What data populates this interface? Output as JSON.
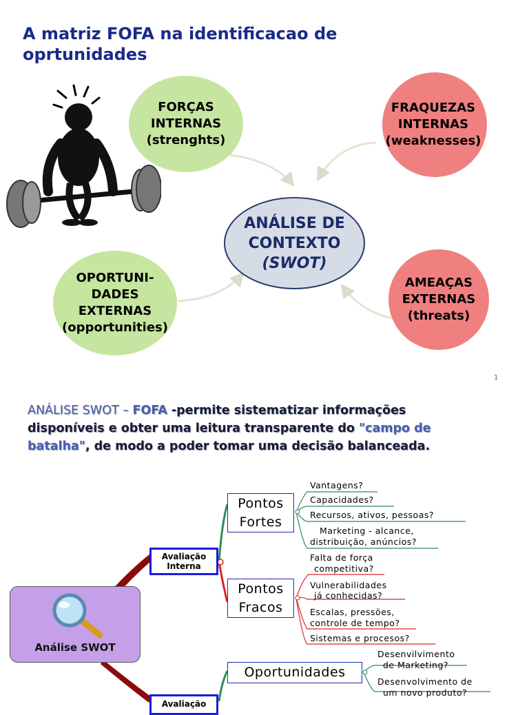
{
  "slide1": {
    "title": "A matriz FOFA na identificacao de oprtunidades",
    "forcas": [
      "FORÇAS",
      "INTERNAS",
      "(strenghts)"
    ],
    "fraquezas": [
      "FRAQUEZAS",
      "INTERNAS",
      "(weaknesses)"
    ],
    "center": [
      "ANÁLISE DE",
      "CONTEXTO",
      "(SWOT)"
    ],
    "oportunidades": [
      "OPORTUNI-",
      "DADES",
      "EXTERNAS",
      "(opportunities)"
    ],
    "ameacas": [
      "AMEAÇAS",
      "EXTERNAS",
      "(threats)"
    ],
    "page_number": "1",
    "colors": {
      "title": "#1a2a8a",
      "green": "#c6e5a0",
      "red": "#f08080",
      "ellipse": "#d6dce6"
    }
  },
  "slide2": {
    "subtitle_parts": {
      "a": "ANÁLISE SWOT – ",
      "b": "FOFA",
      "c": " -permite sistematizar informações",
      "d": "disponíveis e obter uma leitura transparente do ",
      "e": "\"campo de",
      "f": "batalha\"",
      "g": ", de modo a poder tomar uma decisão balanceada."
    },
    "root": "Análise SWOT",
    "avaliacao_interna": [
      "Avaliação",
      "Interna"
    ],
    "avaliacao_externa": "Avaliação",
    "pontos_fortes": [
      "Pontos",
      "Fortes"
    ],
    "pontos_fracos": [
      "Pontos",
      "Fracos"
    ],
    "oportunidades": "Oportunidades",
    "fortes_items": [
      "Vantagens?",
      "Capacidades?",
      "Recursos, ativos, pessoas?",
      "Marketing - alcance,",
      "distribuição, anúncios?"
    ],
    "fracos_items": [
      "Falta de força",
      "competitiva?",
      "Vulnerabilidades",
      "já conhecidas?",
      "Escalas, pressões,",
      "controle de tempo?",
      "Sistemas e procesos?"
    ],
    "oportunidades_items": [
      "Desenvilvimento",
      "de Marketing?",
      "Desenvolvimento de",
      "um novo produto?"
    ],
    "colors": {
      "box_border": "#1a2ab0",
      "root_fill": "#c5a0e8",
      "branch_dark": "#8b0000",
      "green_line": "#2e8b57",
      "red_line": "#e02020"
    }
  }
}
